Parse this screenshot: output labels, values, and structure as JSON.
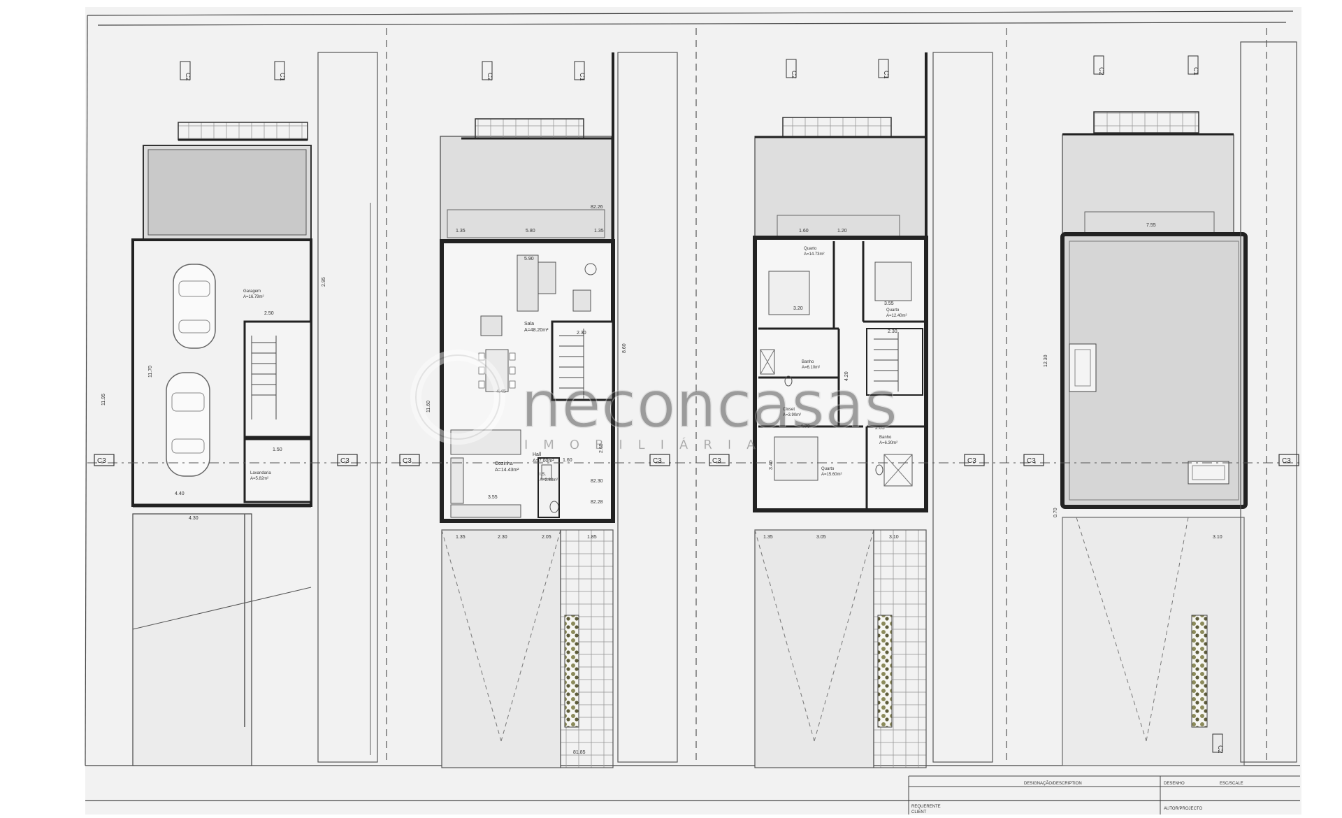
{
  "sections": {
    "c1": "C1",
    "c2": "C2",
    "c3": "C3"
  },
  "plan_a": {
    "garage_label": "Garagem",
    "garage_area": "A=16.79m²",
    "lavandaria_label": "Lavandaria",
    "lavandaria_area": "A=5.82m²",
    "dims": {
      "d250": "2.50",
      "d1195": "11.95",
      "d440": "4.40",
      "d430": "4.30",
      "d150": "1.50",
      "d295": "2.95",
      "d1170": "11.70"
    }
  },
  "plan_b": {
    "sala_label": "Sala",
    "sala_area": "A=48.20m²",
    "hall_label": "Hall",
    "hall_area": "A=7.00m²",
    "cozinha_label": "Cozinha",
    "cozinha_area": "A=14.43m²",
    "wc_label": "I.S.",
    "wc_area": "A=2.88m²",
    "levels": {
      "l1": "82.26",
      "l2": "82.30",
      "l3": "82.28",
      "l4": "81.85"
    },
    "dims": {
      "d135a": "1.35",
      "d580": "5.80",
      "d135b": "1.35",
      "d590": "5.90",
      "d230": "2.30",
      "d445": "4.45",
      "d355": "3.55",
      "d160": "1.60",
      "d265": "2.65",
      "d135c": "1.35",
      "d230b": "2.30",
      "d205": "2.05",
      "d185": "1.85",
      "d1160": "11.60",
      "d860": "8.60"
    }
  },
  "plan_c": {
    "quarto1_label": "Quarto",
    "quarto1_area": "A=14.73m²",
    "quarto2_label": "Quarto",
    "quarto2_area": "A=12.40m²",
    "quarto3_label": "Quarto",
    "quarto3_area": "A=15.60m²",
    "banho1_label": "Banho",
    "banho1_area": "A=6.10m²",
    "banho2_label": "Banho",
    "banho2_area": "A=6.30m²",
    "closet_label": "Closet",
    "closet_area": "A=3.90m²",
    "dims": {
      "d160": "1.60",
      "d120": "1.20",
      "d320": "3.20",
      "d355": "3.55",
      "d230": "2.30",
      "d470": "4.70",
      "d205": "2.05",
      "d135": "1.35",
      "d305": "3.05",
      "d310": "3.10",
      "d420": "4.20",
      "d340": "3.40"
    }
  },
  "plan_d": {
    "dims": {
      "d755": "7.55",
      "d1230": "12.30",
      "d310": "3.10",
      "d070": "0.70"
    }
  },
  "watermark": {
    "brand": "neconcasas",
    "sub": "IMOBILIÁRIA"
  },
  "title_block": {
    "header": "DESIGNAÇÃO/DESCRIPTION",
    "col1": "DESENHO",
    "col2": "ESC/SCALE",
    "req": "REQUERENTE",
    "client": "CLIENT",
    "proj": "AUTOR/PROJECTO"
  }
}
